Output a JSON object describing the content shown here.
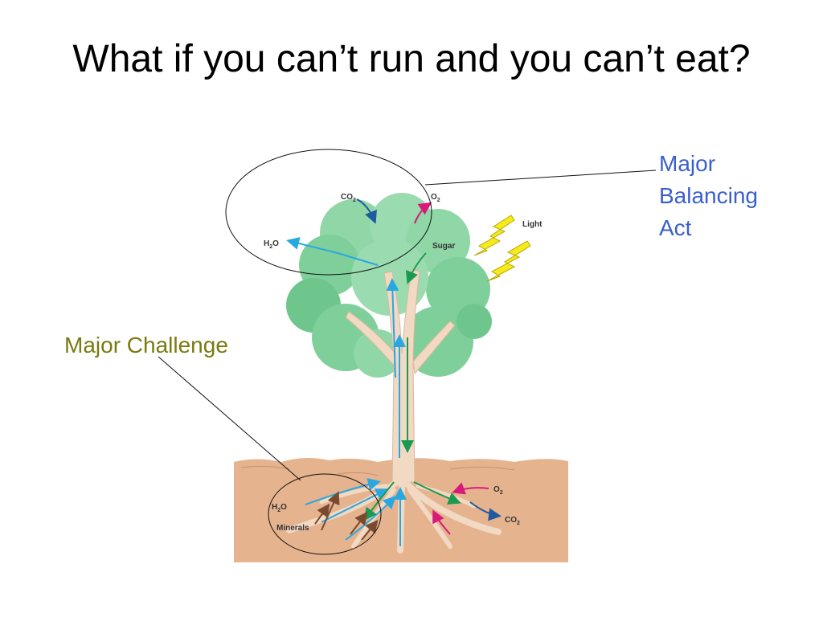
{
  "slide": {
    "title": "What if you can’t run and you can’t eat?"
  },
  "callouts": {
    "balancing": [
      "Major",
      "Balancing",
      "Act"
    ],
    "challenge": "Major Challenge"
  },
  "diagram_labels": {
    "co2_top": "CO",
    "o2_top": "O",
    "h2o_top": "H",
    "sugar": "Sugar",
    "light": "Light",
    "o2_soil": "O",
    "co2_soil": "CO",
    "h2o_soil": "H",
    "minerals": "Minerals",
    "sub2": "2",
    "o_suffix": "O"
  },
  "colors": {
    "callout_blue": "#3a5fcd",
    "callout_olive": "#7a7a10",
    "water_arrow": "#29a8e0",
    "sugar_arrow": "#1a9a50",
    "gas_arrow": "#d81b7a",
    "soil": "#e6b38f",
    "foliage": "#7fcf9a",
    "trunk": "#f1d9c4"
  }
}
